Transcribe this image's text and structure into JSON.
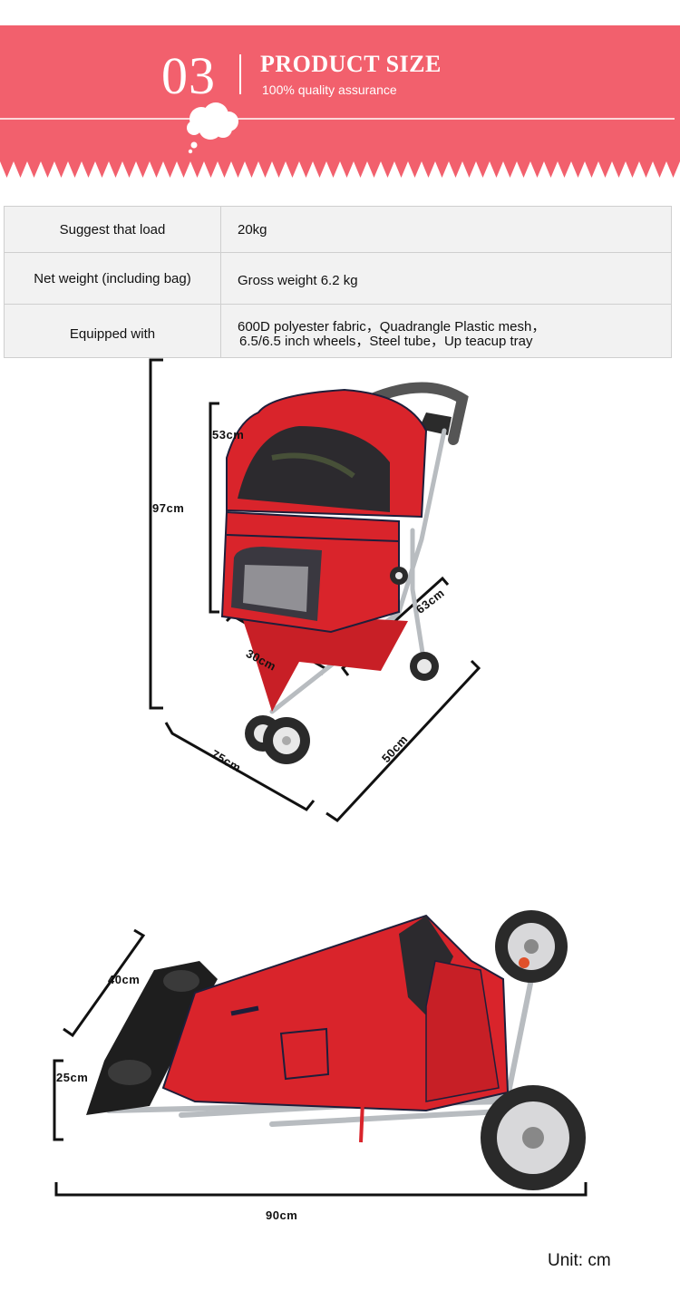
{
  "header": {
    "number": "03",
    "title": "PRODUCT SIZE",
    "subtitle": "100% quality assurance",
    "background_color": "#f2606d"
  },
  "specs": [
    {
      "label": "Suggest that load",
      "value_lines": [
        "20kg"
      ]
    },
    {
      "label": "Net weight (including bag)",
      "value_lines": [
        "Gross weight 6.2 kg"
      ]
    },
    {
      "label": "Equipped with",
      "value_lines": [
        "600D polyester fabric，Quadrangle Plastic mesh，",
        "6.5/6.5 inch wheels，Steel tube，Up teacup tray"
      ]
    }
  ],
  "upright_dimensions": {
    "height_total": "97cm",
    "cabin_height": "53cm",
    "depth": "63cm",
    "cabin_width": "30cm",
    "length": "75cm",
    "width": "50cm"
  },
  "folded_dimensions": {
    "depth": "40cm",
    "height": "25cm",
    "length": "90cm"
  },
  "unit_note": "Unit: cm",
  "colors": {
    "product_red": "#d9242b",
    "frame": "#b8bcc0"
  }
}
